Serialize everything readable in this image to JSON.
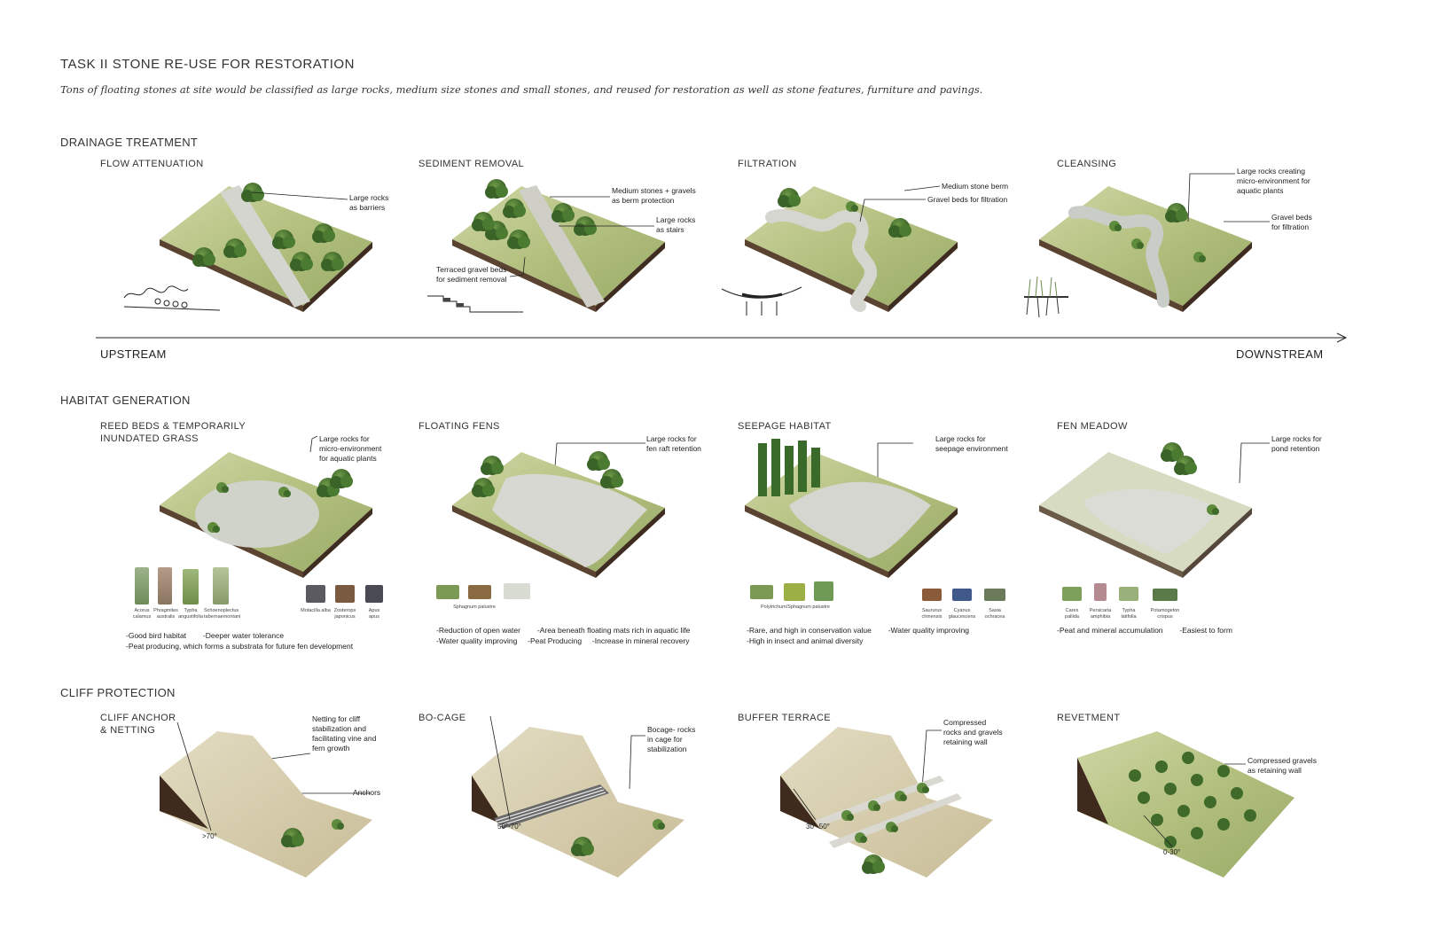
{
  "header": {
    "title": "TASK II  STONE RE-USE FOR RESTORATION",
    "subtitle": "Tons of floating stones at site would be classified as large rocks, medium size stones and small stones, and reused for restoration as well as stone features, furniture and pavings."
  },
  "drainage": {
    "heading": "DRAINAGE TREATMENT",
    "panels": [
      {
        "title": "FLOW ATTENUATION",
        "notes": [
          "Large rocks\nas barriers"
        ]
      },
      {
        "title": "SEDIMENT REMOVAL",
        "notes": [
          "Medium stones + gravels\nas berm protection",
          "Large rocks\nas stairs",
          "Terraced gravel beds\nfor sediment removal"
        ]
      },
      {
        "title": "FILTRATION",
        "notes": [
          "Medium stone berm",
          "Gravel beds for filtration"
        ]
      },
      {
        "title": "CLEANSING",
        "notes": [
          "Large rocks creating\nmicro-environment for\naquatic plants",
          "Gravel beds\nfor filtration"
        ]
      }
    ],
    "upstream": "UPSTREAM",
    "downstream": "DOWNSTREAM"
  },
  "habitat": {
    "heading": "HABITAT GENERATION",
    "panels": [
      {
        "title": "REED BEDS & TEMPORARILY\nINUNDATED GRASS",
        "notes": [
          "Large rocks for\nmicro-environment\nfor aquatic plants"
        ],
        "species": [
          "Acorus\ncalamus",
          "Phragmites\naustralis",
          "Typha\nangustifolia",
          "Schoenoplectus\ntabernaemontani",
          "Motacilla alba",
          "Zosterops\njaponicus",
          "Apus\napus"
        ],
        "bullets": [
          "-Good bird habitat        -Deeper water tolerance",
          "-Peat producing, which forms a substrata for future fen development"
        ]
      },
      {
        "title": "FLOATING FENS",
        "notes": [
          "Large rocks for\nfen raft retention"
        ],
        "species": [
          "Sphagnum palustre"
        ],
        "bullets": [
          "-Reduction of open water        -Area beneath floating mats rich in aquatic life",
          "-Water quality improving     -Peat Producing     -Increase in mineral recovery"
        ]
      },
      {
        "title": "SEEPAGE HABITAT",
        "notes": [
          "Large rocks for\nseepage environment"
        ],
        "species": [
          "Polytrichum/Sphagnum palustre",
          "Saururus\nchinensis",
          "Cyanus\nglaucescens",
          "Sasia\nochracea"
        ],
        "bullets": [
          "-Rare, and high in conservation value        -Water quality improving",
          "-High in insect and animal diversity"
        ]
      },
      {
        "title": "FEN MEADOW",
        "notes": [
          "Large rocks for\npond retention"
        ],
        "species": [
          "Carex\npallida",
          "Persicaria\namphibia",
          "Typha\nlatifolia",
          "Potamogeton\ncrispus"
        ],
        "bullets": [
          "-Peat and mineral accumulation        -Easiest to form"
        ]
      }
    ]
  },
  "cliff": {
    "heading": "CLIFF PROTECTION",
    "panels": [
      {
        "title": "CLIFF ANCHOR\n& NETTING",
        "notes": [
          "Netting for cliff\nstabilization and\nfacilitating vine and\nfern growth",
          "Anchors"
        ],
        "angle": ">70°"
      },
      {
        "title": "BO-CAGE",
        "notes": [
          "Bocage- rocks\nin cage for\nstabilization"
        ],
        "angle": "50°-70°"
      },
      {
        "title": "BUFFER TERRACE",
        "notes": [
          "Compressed\nrocks and gravels\nretaining wall"
        ],
        "angle": "30°-50°"
      },
      {
        "title": "REVETMENT",
        "notes": [
          "Compressed gravels\nas retaining wall"
        ],
        "angle": "0-30°"
      }
    ]
  },
  "colors": {
    "grass": "#b9c58a",
    "soil": "#4a3426",
    "water": "#d6d8d3",
    "tree": "#3e6b2a",
    "gravel": "#cfcfc8"
  }
}
